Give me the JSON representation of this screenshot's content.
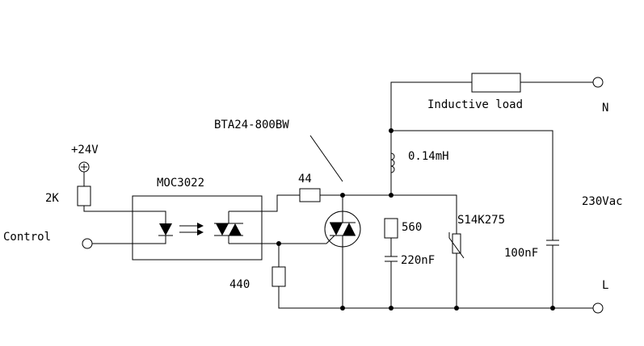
{
  "labels": {
    "supply": "+24V",
    "r_2k": "2K",
    "control": "Control",
    "optocoupler": "MOC3022",
    "r_44": "44",
    "triac": "BTA24-800BW",
    "r_440": "440",
    "inductor": "0.14mH",
    "r_560": "560",
    "c_220nF": "220nF",
    "varistor": "S14K275",
    "load": "Inductive load",
    "c_100nF": "100nF",
    "mains": "230Vac",
    "terminal_n": "N",
    "terminal_l": "L"
  }
}
